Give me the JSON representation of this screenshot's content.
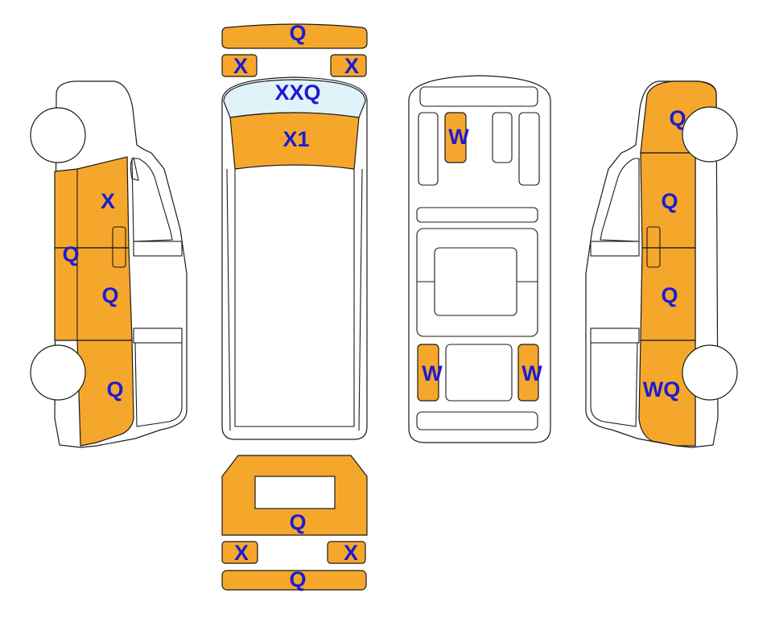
{
  "colors": {
    "zone": "#f5a72c",
    "glass": "#e0f3f9",
    "label": "#1c1cd0",
    "outline": "#1a1a1a"
  },
  "views": {
    "left_side": {
      "upper_front": "X",
      "middle_outer": "Q",
      "middle_inner": "Q",
      "rear": "Q"
    },
    "top": {
      "front_bumper": "Q",
      "front_corner_left": "X",
      "front_corner_right": "X",
      "windshield": "XXQ",
      "hood": "X1"
    },
    "underside": {
      "front_panel": "W",
      "rear_left": "W",
      "rear_right": "W"
    },
    "right_side": {
      "top": "Q",
      "upper": "Q",
      "middle": "Q",
      "rear": "WQ"
    },
    "rear": {
      "tailgate": "Q",
      "corner_left": "X",
      "corner_right": "X",
      "rear_bumper": "Q"
    }
  }
}
